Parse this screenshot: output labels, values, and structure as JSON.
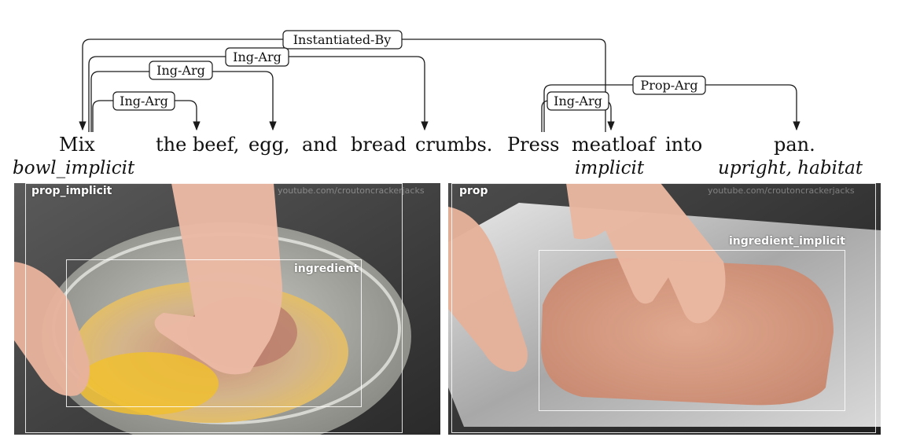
{
  "arcs": [
    {
      "label": "Instantiated-By"
    },
    {
      "label": "Ing-Arg"
    },
    {
      "label": "Ing-Arg"
    },
    {
      "label": "Ing-Arg"
    },
    {
      "label": "Prop-Arg"
    },
    {
      "label": "Ing-Arg"
    }
  ],
  "sentence": {
    "words": [
      "Mix",
      "the beef,",
      "egg,",
      "and",
      "bread",
      "crumbs.",
      "Press",
      "meatloaf",
      "into",
      "pan."
    ],
    "annotations": [
      "bowl_implicit",
      "implicit",
      "upright, habitat"
    ]
  },
  "images": [
    {
      "watermark": "youtube.com/croutoncrackerjacks",
      "boxes": [
        {
          "label": "prop_implicit"
        },
        {
          "label": "ingredient"
        }
      ]
    },
    {
      "watermark": "youtube.com/croutoncrackerjacks",
      "boxes": [
        {
          "label": "prop"
        },
        {
          "label": "ingredient_implicit"
        }
      ]
    }
  ]
}
